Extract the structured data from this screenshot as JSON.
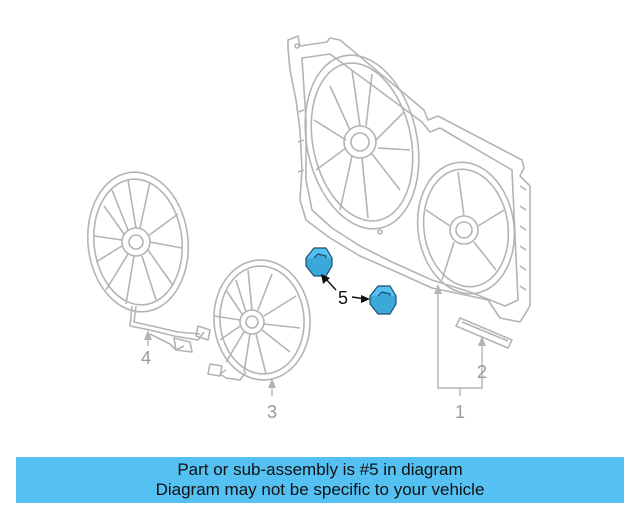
{
  "diagram": {
    "callouts": [
      {
        "id": "1",
        "label": "1",
        "highlighted": false
      },
      {
        "id": "2",
        "label": "2",
        "highlighted": false
      },
      {
        "id": "3",
        "label": "3",
        "highlighted": false
      },
      {
        "id": "4",
        "label": "4",
        "highlighted": false
      },
      {
        "id": "5",
        "label": "5",
        "highlighted": true
      }
    ],
    "highlight_color": "#55c1f2",
    "line_color": "#b4b4b4"
  },
  "banner": {
    "line1": "Part or sub-assembly is #5 in diagram",
    "line2": "Diagram may not be specific to your vehicle",
    "background": "#55c1f2"
  }
}
